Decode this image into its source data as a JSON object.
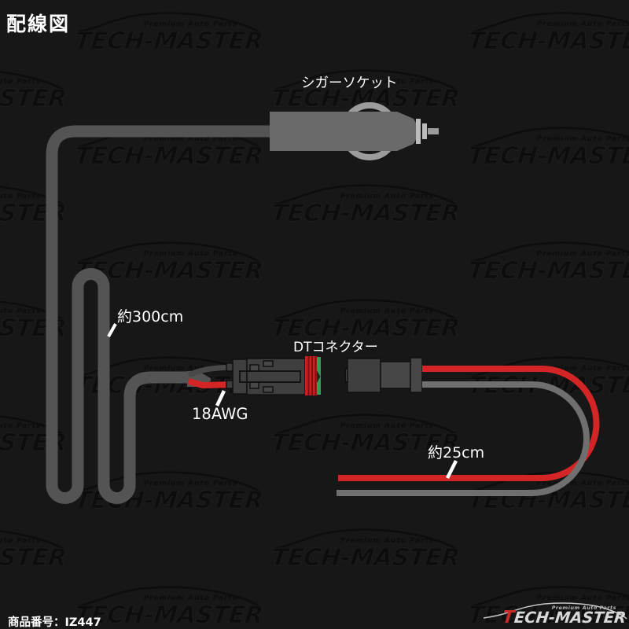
{
  "page": {
    "title": "配線図",
    "product_code": "商品番号：IZ447"
  },
  "diagram": {
    "labels": {
      "socket": "シガーソケット",
      "cable_length": "約300cm",
      "connector": "DTコネクター",
      "gauge": "18AWG",
      "tail_length": "約25cm"
    }
  },
  "brand": {
    "name": "TECH-MASTER",
    "name_initial": "T",
    "name_rest": "ECH-MASTER",
    "tagline": "Premium Auto Parts"
  },
  "colors": {
    "bg": "#171717",
    "watermark": "#0d0d0d",
    "text": "#ffffff",
    "cable": "#545454",
    "plug-body": "#6a6a6a",
    "plug-ring": "#9c9c9c",
    "plug-tip": "#bcbcbc",
    "wire-red": "#d32525",
    "wire-gray": "#6f6f6f",
    "wire-dark": "#484848",
    "connector-dark": "#3f3f3f",
    "connector-mid": "#474747",
    "seal-red": "#c82020",
    "seal-rib": "#801010",
    "seal-green": "#2fa053",
    "accent-red": "#c62b2b"
  }
}
